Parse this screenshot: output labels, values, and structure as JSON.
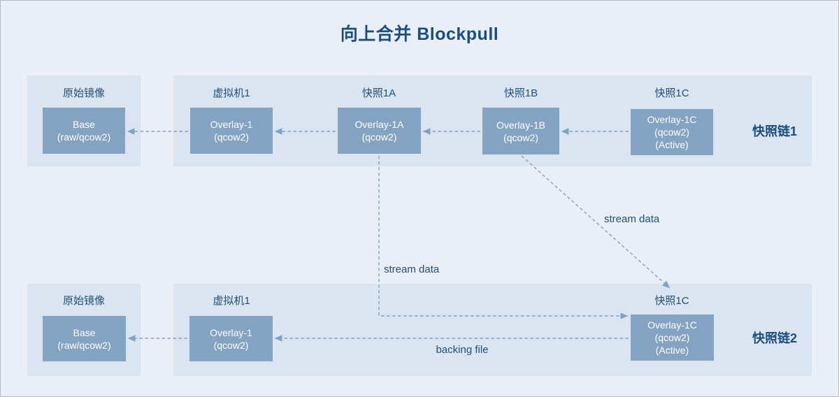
{
  "title": "向上合并 Blockpull",
  "colors": {
    "background": "#e9eef7",
    "panel": "#dbe5f1",
    "node_fill": "#84a3c3",
    "node_text": "#ffffff",
    "label_text": "#1f4e79",
    "connector": "#7fa2c4"
  },
  "chain1": {
    "chain_label": "快照链1",
    "origin_label": "原始镜像",
    "base": {
      "lines": [
        "Base",
        "(raw/qcow2)"
      ]
    },
    "nodes": [
      {
        "label": "虚拟机1",
        "lines": [
          "Overlay-1",
          "(qcow2)"
        ]
      },
      {
        "label": "快照1A",
        "lines": [
          "Overlay-1A",
          "(qcow2)"
        ]
      },
      {
        "label": "快照1B",
        "lines": [
          "Overlay-1B",
          "(qcow2)"
        ]
      },
      {
        "label": "快照1C",
        "lines": [
          "Overlay-1C",
          "(qcow2)",
          "(Active)"
        ]
      }
    ]
  },
  "chain2": {
    "chain_label": "快照链2",
    "origin_label": "原始镜像",
    "base": {
      "lines": [
        "Base",
        "(raw/qcow2)"
      ]
    },
    "nodes": [
      {
        "label": "虚拟机1",
        "lines": [
          "Overlay-1",
          "(qcow2)"
        ]
      },
      {
        "label": "快照1C",
        "lines": [
          "Overlay-1C",
          "(qcow2)",
          "(Active)"
        ]
      }
    ]
  },
  "annotations": {
    "stream_data_vertical": "stream data",
    "stream_data_diagonal": "stream data",
    "backing_file": "backing file"
  }
}
